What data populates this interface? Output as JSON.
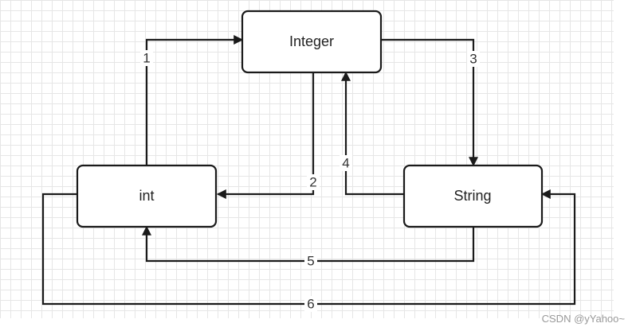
{
  "nodes": {
    "integer": "Integer",
    "int": "int",
    "string": "String"
  },
  "edges": {
    "e1": "1",
    "e2": "2",
    "e3": "3",
    "e4": "4",
    "e5": "5",
    "e6": "6"
  },
  "watermark": "CSDN @yYahoo~"
}
